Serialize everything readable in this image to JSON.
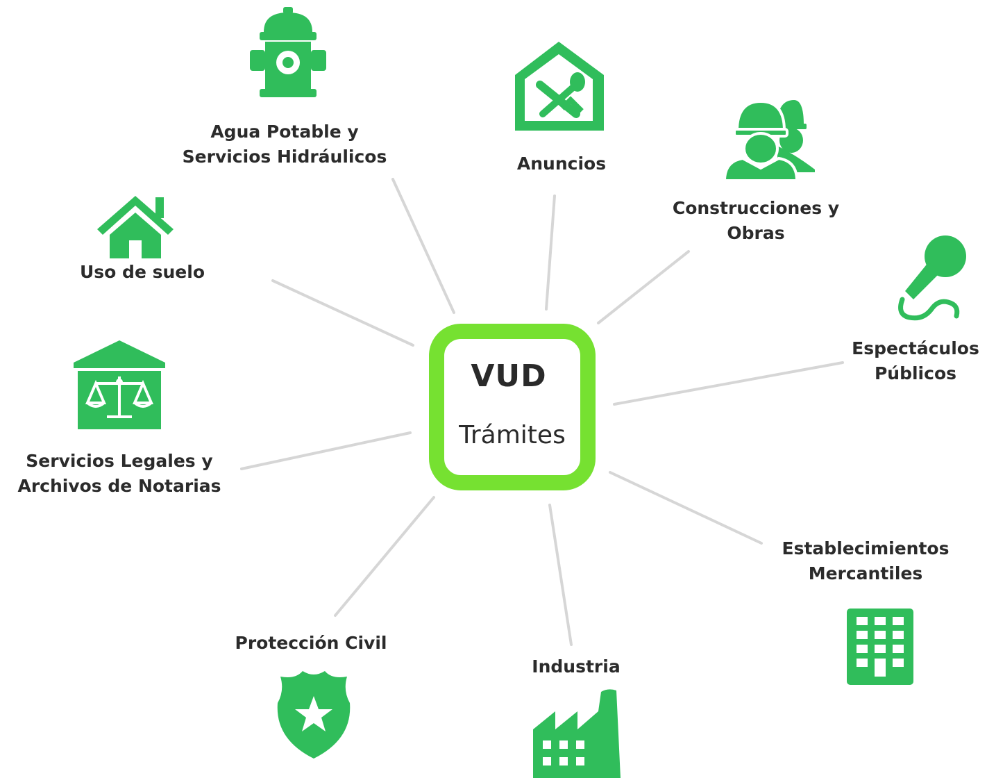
{
  "center": {
    "title": "VUD",
    "subtitle": "Trámites"
  },
  "colors": {
    "icon_green": "#30bd5b",
    "center_border": "#76e131",
    "connector": "#d6d6d6",
    "text": "#2b2b2b"
  },
  "nodes": [
    {
      "id": "agua",
      "lines": [
        "Agua Potable y",
        "Servicios Hidráulicos"
      ],
      "icon": "fire-hydrant-icon"
    },
    {
      "id": "anuncios",
      "lines": [
        "Anuncios"
      ],
      "icon": "restaurant-house-icon"
    },
    {
      "id": "construcciones",
      "lines": [
        "Construcciones y",
        "Obras"
      ],
      "icon": "construction-workers-icon"
    },
    {
      "id": "espectaculos",
      "lines": [
        "Espectáculos",
        "Públicos"
      ],
      "icon": "microphone-icon"
    },
    {
      "id": "establecimientos",
      "lines": [
        "Establecimientos",
        "Mercantiles"
      ],
      "icon": "office-building-icon"
    },
    {
      "id": "industria",
      "lines": [
        "Industria"
      ],
      "icon": "factory-icon"
    },
    {
      "id": "proteccion",
      "lines": [
        "Protección Civil"
      ],
      "icon": "police-shield-icon"
    },
    {
      "id": "legales",
      "lines": [
        "Servicios Legales y",
        "Archivos de Notarias"
      ],
      "icon": "justice-scale-house-icon"
    },
    {
      "id": "uso",
      "lines": [
        "Uso de suelo"
      ],
      "icon": "house-icon"
    }
  ]
}
